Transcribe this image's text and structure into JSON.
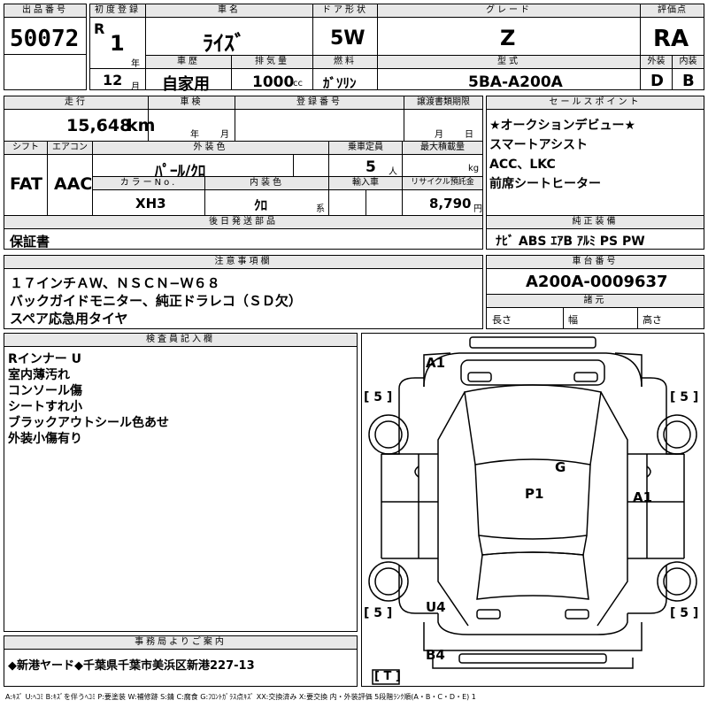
{
  "lot": {
    "label": "出品番号",
    "value": "50072"
  },
  "first_reg": {
    "label": "初度登録",
    "era": "R",
    "year": "1",
    "year_unit": "年",
    "month": "12",
    "month_unit": "月"
  },
  "car_name": {
    "label": "車名",
    "value": "ﾗｲｽﾞ"
  },
  "door": {
    "label": "ドア形状",
    "value": "5W"
  },
  "grade": {
    "label": "グレード",
    "value": "Z"
  },
  "score": {
    "label": "評価点",
    "value": "RA"
  },
  "history": {
    "label": "車歴",
    "value": "自家用"
  },
  "displacement": {
    "label": "排気量",
    "value": "1000",
    "unit": "cc"
  },
  "fuel": {
    "label": "燃料",
    "value": "ｶﾞｿﾘﾝ"
  },
  "model": {
    "label": "型式",
    "value": "5BA-A200A"
  },
  "exterior": {
    "label": "外装",
    "value": "D"
  },
  "interior": {
    "label": "内装",
    "value": "B"
  },
  "mileage": {
    "label": "走行",
    "value": "15,648",
    "unit": "km"
  },
  "inspection": {
    "label": "車検",
    "year_unit": "年",
    "month_unit": "月"
  },
  "reg_number": {
    "label": "登録番号"
  },
  "transfer_doc": {
    "label": "譲渡書類期限",
    "month_unit": "月",
    "day_unit": "日"
  },
  "shift": {
    "label": "シフト",
    "value": "FAT"
  },
  "aircon": {
    "label": "エアコン",
    "value": "AAC"
  },
  "ext_color": {
    "label": "外装色",
    "value": "ﾊﾟｰﾙ/ｸﾛ"
  },
  "capacity": {
    "label": "乗車定員",
    "value": "5",
    "unit": "人"
  },
  "load": {
    "label": "最大積載量",
    "unit": "kg"
  },
  "color_no": {
    "label": "カラーNo.",
    "value": "XH3"
  },
  "int_color": {
    "label": "内装色",
    "value": "ｸﾛ",
    "unit": "系"
  },
  "import": {
    "label": "輸入車"
  },
  "recycle": {
    "label": "リサイクル預託金",
    "value": "8,790",
    "unit": "円"
  },
  "later_parts": {
    "label": "後日発送部品",
    "value": "保証書"
  },
  "sales_points": {
    "label": "セールスポイント",
    "lines": [
      "★オークションデビュー★",
      "スマートアシスト",
      "ACC、LKC",
      "前席シートヒーター"
    ]
  },
  "equipment": {
    "label": "純正装備",
    "value": "ﾅﾋﾞ ABS ｴｱB ｱﾙﾐ PS PW"
  },
  "notes": {
    "label": "注意事項欄",
    "lines": [
      "１７インチＡＷ、ＮＳＣＮ−Ｗ６８",
      "バックガイドモニター、純正ドラレコ（ＳＤ欠）",
      "スペア応急用タイヤ"
    ]
  },
  "chassis": {
    "label": "車台番号",
    "value": "A200A-0009637"
  },
  "specs": {
    "label": "諸元",
    "length": "長さ",
    "width": "幅",
    "height": "高さ"
  },
  "inspector": {
    "label": "検査員記入欄",
    "lines": [
      "Rインナー U",
      "室内薄汚れ",
      "コンソール傷",
      "シートすれ小",
      "ブラックアウトシール色あせ",
      "外装小傷有り"
    ]
  },
  "office": {
    "label": "事務局よりご案内",
    "value": "◆新港ヤード◆千葉県千葉市美浜区新港227-13"
  },
  "diagram": {
    "marks": {
      "a1_front": "A1",
      "g": "G",
      "p1": "P1",
      "a1_right": "A1",
      "u4": "U4",
      "b4": "B4"
    },
    "tires": {
      "fl": "[ 5 ]",
      "fr": "[ 5 ]",
      "rl": "[ 5 ]",
      "rr": "[ 5 ]",
      "trunk": "[ T ]"
    }
  },
  "legend": "A:ｷｽﾞ U:ﾍｺﾐ B:ｷｽﾞを伴うﾍｺﾐ P:要塗装 W:補修跡 S:錆 C:腐食 G:ﾌﾛﾝﾄｶﾞﾗｽ点ｷｽﾞ XX:交換済み X:要交換 内・外装評価 5段階ﾗﾝｸ順(A・B・C・D・E) 1"
}
